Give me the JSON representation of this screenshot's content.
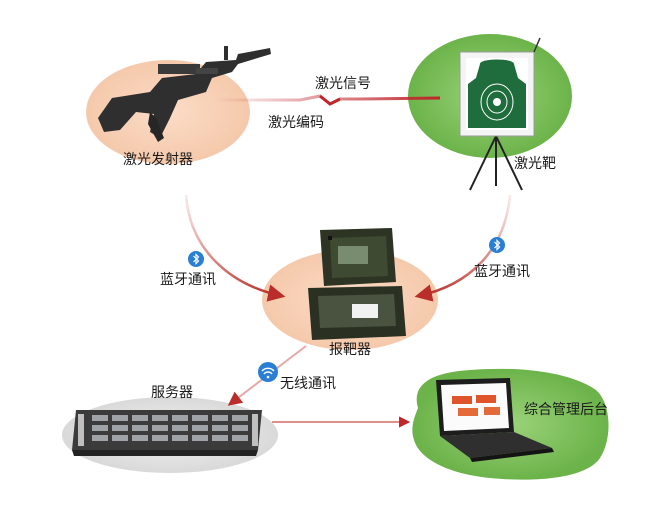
{
  "nodes": {
    "emitter": "激光发射器",
    "target": "激光靶",
    "reporter": "报靶器",
    "server": "服务器",
    "backend": "综合管理后台"
  },
  "links": {
    "laser_signal": "激光信号",
    "laser_code": "激光编码",
    "bluetooth_left": "蓝牙通讯",
    "bluetooth_right": "蓝牙通讯",
    "wireless": "无线通讯"
  },
  "icons": {
    "bluetooth": "bluetooth-icon",
    "wifi": "wifi-icon"
  },
  "colors": {
    "emitter_blob": "#f9d8c4",
    "target_blob": "#7cbd5a",
    "reporter_blob": "#f9d8c4",
    "server_blob": "#e3e3e3",
    "backend_blob": "#8cc66a",
    "arrow": "#c0262b",
    "bluetooth": "#2a7fd4",
    "wifi": "#2a7fd4"
  }
}
